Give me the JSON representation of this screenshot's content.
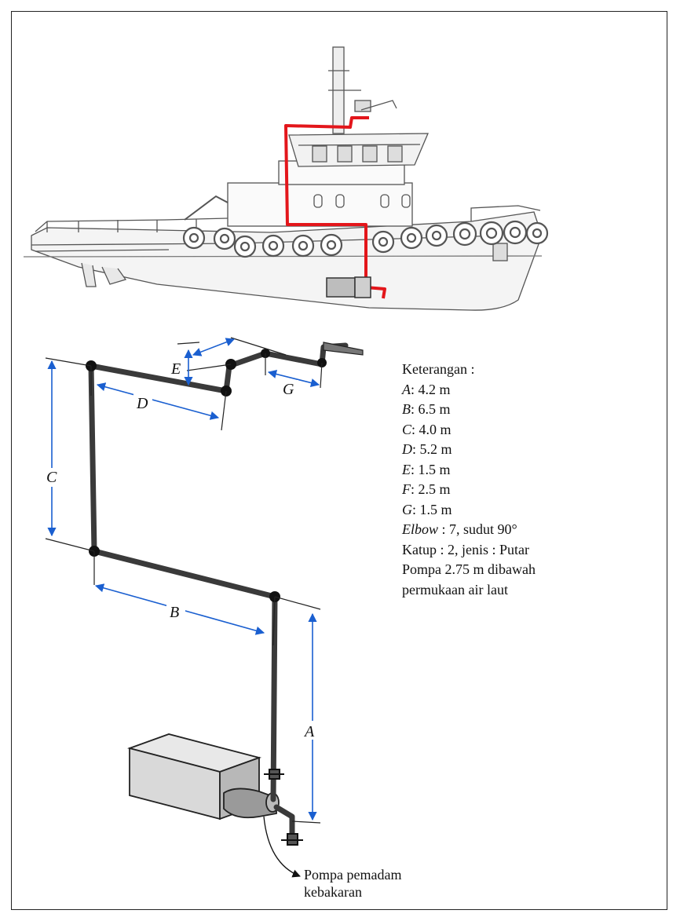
{
  "diagram": {
    "dimension_labels": [
      "A",
      "B",
      "C",
      "D",
      "E",
      "G"
    ],
    "legend": {
      "title": "Keterangan :",
      "items": [
        {
          "key": "A",
          "value": ": 4.2 m"
        },
        {
          "key": "B",
          "value": ": 6.5 m"
        },
        {
          "key": "C",
          "value": ": 4.0 m"
        },
        {
          "key": "D",
          "value": ": 5.2 m"
        },
        {
          "key": "E",
          "value": ": 1.5 m"
        },
        {
          "key": "F",
          "value": ": 2.5 m"
        },
        {
          "key": "G",
          "value": ": 1.5 m"
        }
      ],
      "elbow_key": "Elbow",
      "elbow_value": " : 7, sudut 90°",
      "valve_line": "Katup : 2, jenis : Putar",
      "pump_line_1": "Pompa 2.75 m dibawah",
      "pump_line_2": "permukaan air laut"
    },
    "callout": {
      "line1": "Pompa pemadam",
      "line2": "kebakaran"
    },
    "colors": {
      "pipe_highlight": "#e3161b",
      "dimension": "#1a5fd0",
      "pipe": "#3a3a3a",
      "hull_line": "#555555"
    }
  }
}
